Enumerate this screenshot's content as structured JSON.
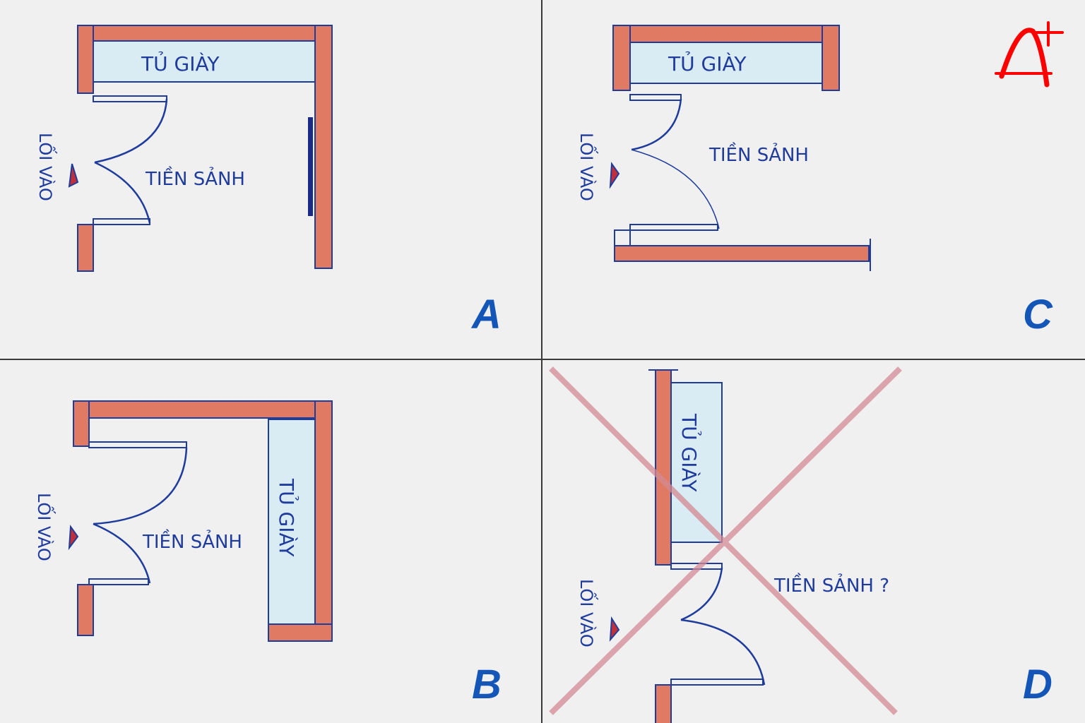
{
  "colors": {
    "wall": "#e07a63",
    "cabinet": "#d9ebf3",
    "ink": "#1f3c9c",
    "letter": "#1456b8",
    "cross": "#d48a94",
    "grade": "#ff0000",
    "entry_arrow": "#c0303a"
  },
  "grade_mark": "A+",
  "panels": [
    {
      "id": "A",
      "letter": "A",
      "labels": {
        "cabinet": "TỦ GIÀY",
        "foyer": "TIỀN SẢNH",
        "entrance": "LỐI VÀO"
      },
      "crossed_out": false,
      "description": "Shoe cabinet along top wall facing entrance, mirror panel on right wall"
    },
    {
      "id": "B",
      "letter": "B",
      "labels": {
        "cabinet": "TỦ GIÀY",
        "foyer": "TIỀN SẢNH",
        "entrance": "LỐI VÀO"
      },
      "crossed_out": false,
      "description": "Shoe cabinet along right wall"
    },
    {
      "id": "C",
      "letter": "C",
      "labels": {
        "cabinet": "TỦ GIÀY",
        "foyer": "TIỀN SẢNH",
        "entrance": "LỐI VÀO"
      },
      "crossed_out": false,
      "grade": "A+",
      "description": "Shoe cabinet along top, open to the right"
    },
    {
      "id": "D",
      "letter": "D",
      "labels": {
        "cabinet": "TỦ GIÀY",
        "foyer": "TIỀN SẢNH ?",
        "entrance": "LỐI VÀO"
      },
      "crossed_out": true,
      "description": "Shoe cabinet beside the door along the entrance wall - crossed out"
    }
  ]
}
